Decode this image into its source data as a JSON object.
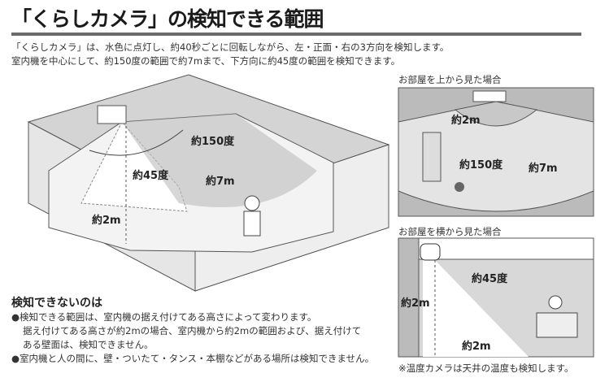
{
  "title": "「くらしカメラ」の検知できる範囲",
  "intro": [
    "「くらしカメラ」は、水色に点灯し、約40秒ごとに回転しながら、左・正面・右の3方向を検知します。",
    "室内機を中心にして、約150度の範囲で約7mまで、下方向に約45度の範囲を検知できます。"
  ],
  "main_diagram": {
    "angle_h": "約150度",
    "angle_v": "約45度",
    "dist_far": "約7m",
    "dist_near": "約2m"
  },
  "top_view": {
    "caption": "お部屋を上から見た場合",
    "near": "約2m",
    "angle": "約150度",
    "far": "約7m"
  },
  "side_view": {
    "caption": "お部屋を横から見た場合",
    "angle": "約45度",
    "height": "約2m",
    "floor": "約2m",
    "footnote": "※温度カメラは天井の温度も検知します。"
  },
  "notes": {
    "heading": "検知できないのは",
    "items": [
      "●検知できる範囲は、室内機の据え付けてある高さによって変わります。",
      "据え付けてある高さが約2mの場合、室内機から約2mの範囲および、据え付けて",
      "ある壁面は、検知できません。",
      "●室内機と人の間に、壁・ついたて・タンス・本棚などがある場所は検知できません。"
    ]
  }
}
